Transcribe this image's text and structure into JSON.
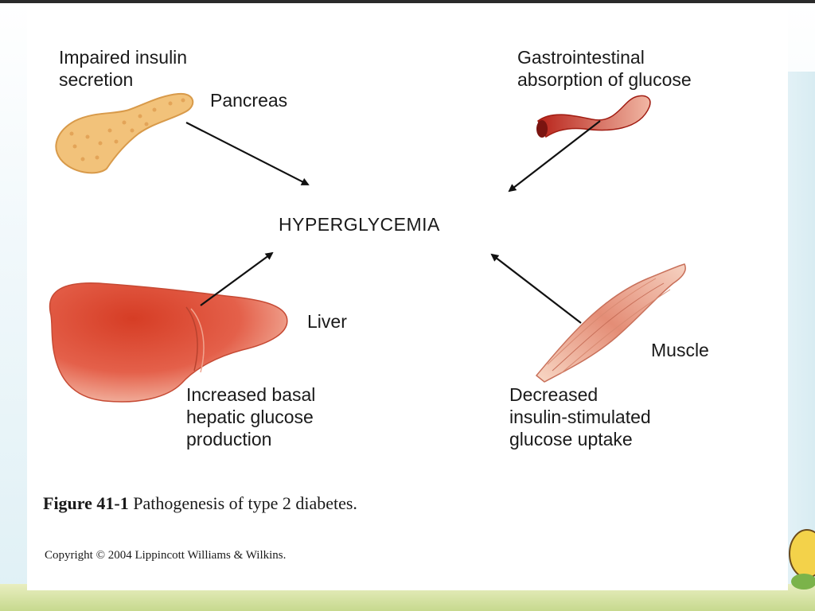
{
  "diagram": {
    "center": "HYPERGLYCEMIA",
    "pancreas": {
      "cause": "Impaired insulin\nsecretion",
      "organ": "Pancreas"
    },
    "gut": {
      "cause": "Gastrointestinal\nabsorption of glucose"
    },
    "liver": {
      "organ": "Liver",
      "cause": "Increased basal\nhepatic glucose\nproduction"
    },
    "muscle": {
      "organ": "Muscle",
      "cause": "Decreased\ninsulin-stimulated\nglucose uptake"
    }
  },
  "caption": {
    "label": "Figure 41-1",
    "text": " Pathogenesis of type 2 diabetes."
  },
  "copyright": "Copyright © 2004 Lippincott Williams & Wilkins.",
  "colors": {
    "pancreas": "#f2c27a",
    "organ_red": "#e0573f",
    "muscle": "#e9907a",
    "arrow": "#111111"
  }
}
